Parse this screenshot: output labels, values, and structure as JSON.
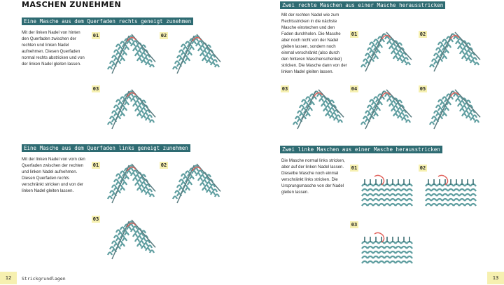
{
  "left_page": {
    "title": "MASCHEN ZUNEHMEN",
    "sections": [
      {
        "heading": "Eine Masche aus dem Querfaden rechts geneigt zunehmen",
        "text": "Mit der linken Nadel von hinten den Querfaden zwischen der rechten und linken Nadel aufnehmen. Diesen Querfaden normal rechts abstricken und von der linken Nadel gleiten lassen.",
        "steps": [
          "01",
          "02",
          "03"
        ]
      },
      {
        "heading": "Eine Masche aus dem Querfaden links geneigt zunehmen",
        "text": "Mit der linken Nadel von vorn den Querfaden zwischen der rechten und linken Nadel aufnehmen. Diesen Querfaden rechts verschränkt stricken und von der linken Nadel gleiten lassen.",
        "steps": [
          "01",
          "02",
          "03"
        ]
      }
    ],
    "page_number": "12",
    "footer": "Strickgrundlagen"
  },
  "right_page": {
    "sections": [
      {
        "heading": "Zwei rechte Maschen aus einer Masche herausstricken",
        "text": "Mit der rechten Nadel wie zum Rechtsstricken in die nächste Masche einstechen und den Faden durchholen. Die Masche aber noch nicht von der Nadel gleiten lassen, sondern noch einmal verschränkt (also durch den hinteren Maschenschenkel) stricken. Die Masche dann von der linken Nadel gleiten lassen.",
        "steps": [
          "01",
          "02",
          "03",
          "04",
          "05"
        ]
      },
      {
        "heading": "Zwei linke Maschen aus einer Masche herausstricken",
        "text": "Die Masche normal links stricken, aber auf der linken Nadel lassen. Dieselbe Masche noch einmal verschränkt links stricken. Die Ursprungsmasche von der Nadel gleiten lassen.",
        "steps": [
          "01",
          "02",
          "03"
        ]
      }
    ],
    "page_number": "13"
  },
  "colors": {
    "heading_bg": "#2e6b72",
    "step_badge_bg": "#f6f0b0",
    "yarn": "#5f9ea0",
    "highlight": "#e0605a"
  }
}
